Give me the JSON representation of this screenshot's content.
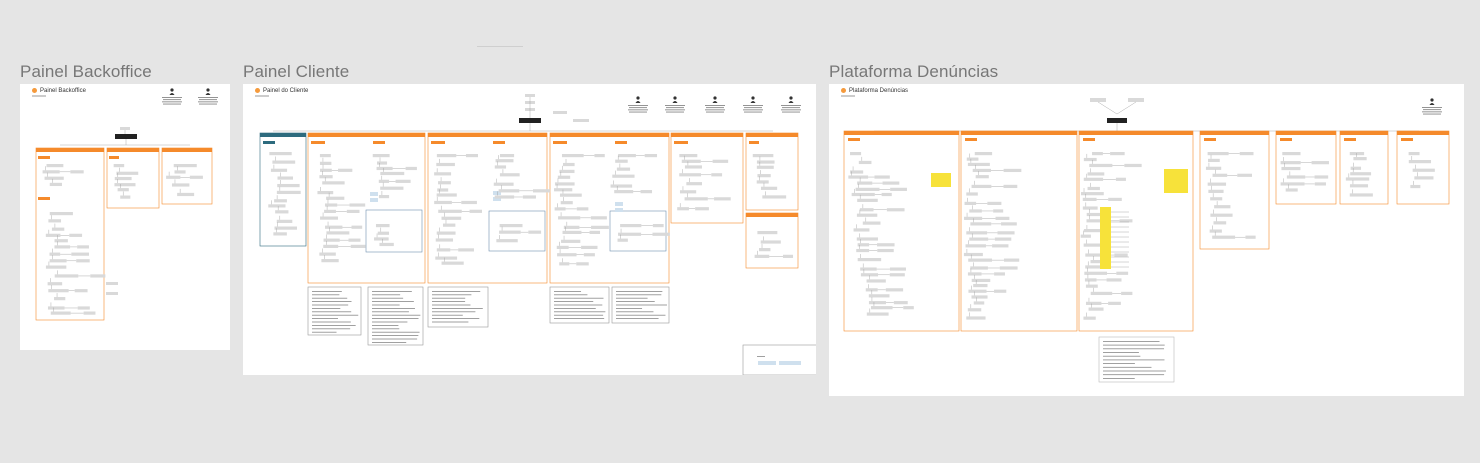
{
  "canvas": {
    "background": "#e5e5e5"
  },
  "frames": [
    {
      "id": "backoffice",
      "label": "Painel Backoffice",
      "title": "Painel Backoffice"
    },
    {
      "id": "cliente",
      "label": "Painel Cliente",
      "title": "Painel do Cliente"
    },
    {
      "id": "denuncias",
      "label": "Plataforma Denúncias",
      "title": "Plataforma Denúncias"
    }
  ],
  "colors": {
    "accent_orange": "#f58a2b",
    "section_fill": "#fff5ec",
    "teal": "#2d6b7e",
    "node_gray": "#d9d9d9",
    "node_dark": "#222222",
    "highlight_yellow": "#f7e23a",
    "blue_node": "#cfe0ee"
  },
  "icons": {
    "board_marker": "orange-dot-icon",
    "persona": "user-icon"
  }
}
